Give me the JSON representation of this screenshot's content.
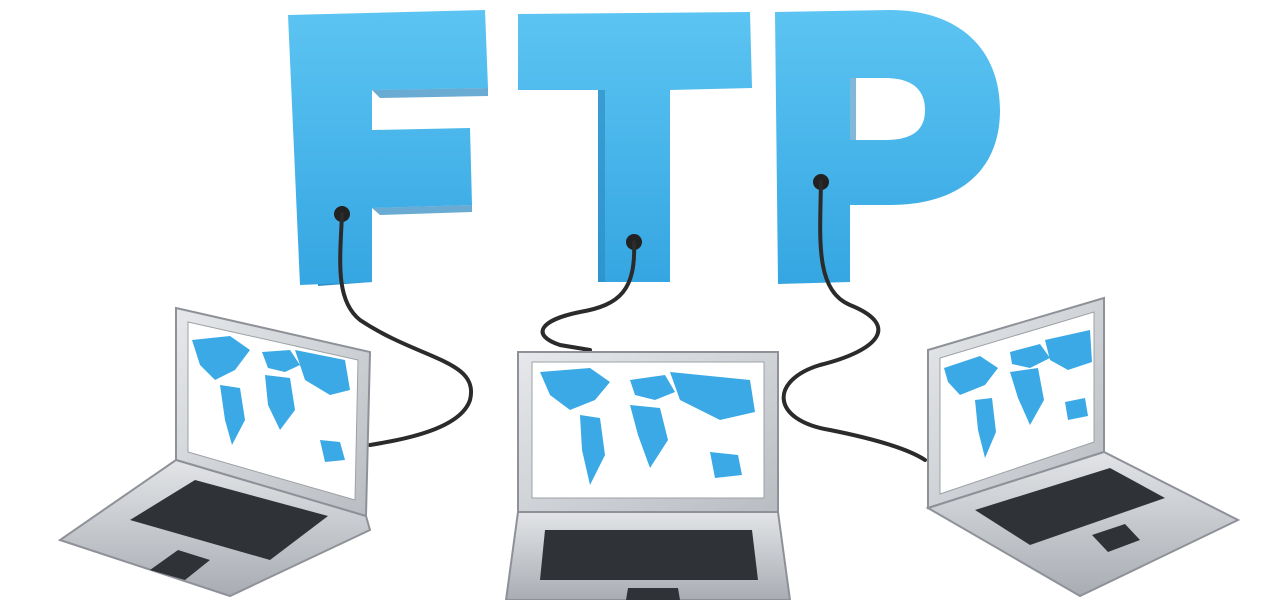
{
  "title_letters": [
    "F",
    "T",
    "P"
  ],
  "colors": {
    "letter_face": "#3fb2ea",
    "letter_side": "#2a8fc7",
    "letter_top": "#7fd0f5",
    "map": "#3ba9e6",
    "cable": "#2b2b2b",
    "laptop_body": "#c9ccd0",
    "laptop_dark": "#2f3236",
    "screen_bg": "#ffffff"
  },
  "icons": {
    "letters": "ftp-3d-letters",
    "laptop": "laptop-icon",
    "map": "world-map-icon",
    "cable": "network-cable-icon"
  }
}
